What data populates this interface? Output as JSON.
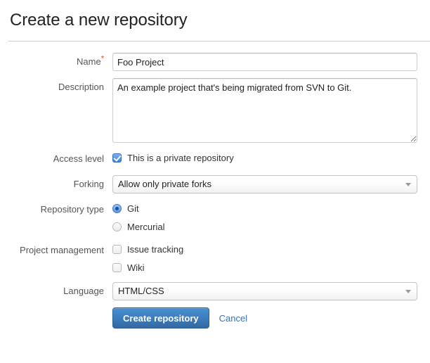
{
  "header": {
    "title": "Create a new repository"
  },
  "form": {
    "name": {
      "label": "Name",
      "required_marker": "*",
      "value": "Foo Project",
      "placeholder": ""
    },
    "description": {
      "label": "Description",
      "value": "An example project that's being migrated from SVN to Git.",
      "placeholder": ""
    },
    "access_level": {
      "label": "Access level",
      "checkbox_label": "This is a private repository",
      "checked": true
    },
    "forking": {
      "label": "Forking",
      "selected": "Allow only private forks",
      "options": [
        "Allow only private forks"
      ]
    },
    "repository_type": {
      "label": "Repository type",
      "options": [
        {
          "label": "Git",
          "selected": true
        },
        {
          "label": "Mercurial",
          "selected": false
        }
      ]
    },
    "project_management": {
      "label": "Project management",
      "options": [
        {
          "label": "Issue tracking",
          "checked": false
        },
        {
          "label": "Wiki",
          "checked": false
        }
      ]
    },
    "language": {
      "label": "Language",
      "selected": "HTML/CSS",
      "options": [
        "HTML/CSS"
      ]
    }
  },
  "actions": {
    "submit_label": "Create repository",
    "cancel_label": "Cancel"
  },
  "colors": {
    "primary_button": "#3b7ec0",
    "link": "#3572b0",
    "required_asterisk": "#d04437",
    "label_text": "#555555",
    "control_selected": "#3d82d8"
  }
}
